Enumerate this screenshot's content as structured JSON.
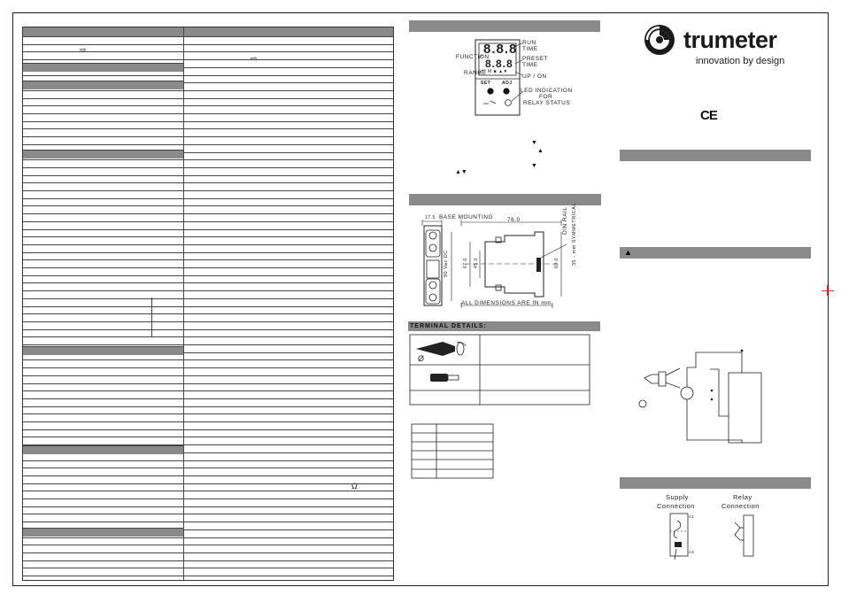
{
  "brand": {
    "name": "trumeter",
    "tagline": "innovation by design",
    "mark": "CE"
  },
  "device_panel": {
    "display_top": "8.8.8",
    "display_bottom": "8.8.8",
    "run_time": "RUN TIME",
    "function": "FUNCTION",
    "preset_time": "PRESET TIME",
    "range": "RANGE",
    "unit_row": "H M ■ ▲▼",
    "up_on": "UP / ON",
    "set": "SET",
    "adj": "ADJ",
    "led_indication": "LED INDICATION",
    "led_for": "FOR",
    "led_relay": "RELAY STATUS"
  },
  "dimensions": {
    "base_mounting": "BASE MOUNTING",
    "d_17_5": "17.5",
    "width_76": "76.0",
    "din_rail": "DIN RAIL",
    "symmetrical": "35 - mm SYMMETRICAL",
    "h_90": "90.0",
    "h_67": "67.0",
    "h_45": "45.0",
    "h_60": "60.0",
    "vdc": "90 Vac DC",
    "all_dims": "ALL DIMENSIONS ARE IN mm"
  },
  "terminal": {
    "title": "TERMINAL DETAILS:",
    "diameter_symbol": "Ø"
  },
  "wiring": {
    "supply": "Supply",
    "supply2": "Connection",
    "relay": "Relay",
    "relay2": "Connection",
    "a1": "A1",
    "a2": "A2"
  },
  "symbols": {
    "warning": "▲",
    "ohm": "Ω",
    "down": "▼",
    "up": "▲",
    "updown": "▲▼",
    "arrow_icon": "⇨",
    "button_icon": "⇨"
  },
  "colors": {
    "section_bar": "#8a8a8a",
    "line": "#333333",
    "crop_mark": "#e03030"
  }
}
